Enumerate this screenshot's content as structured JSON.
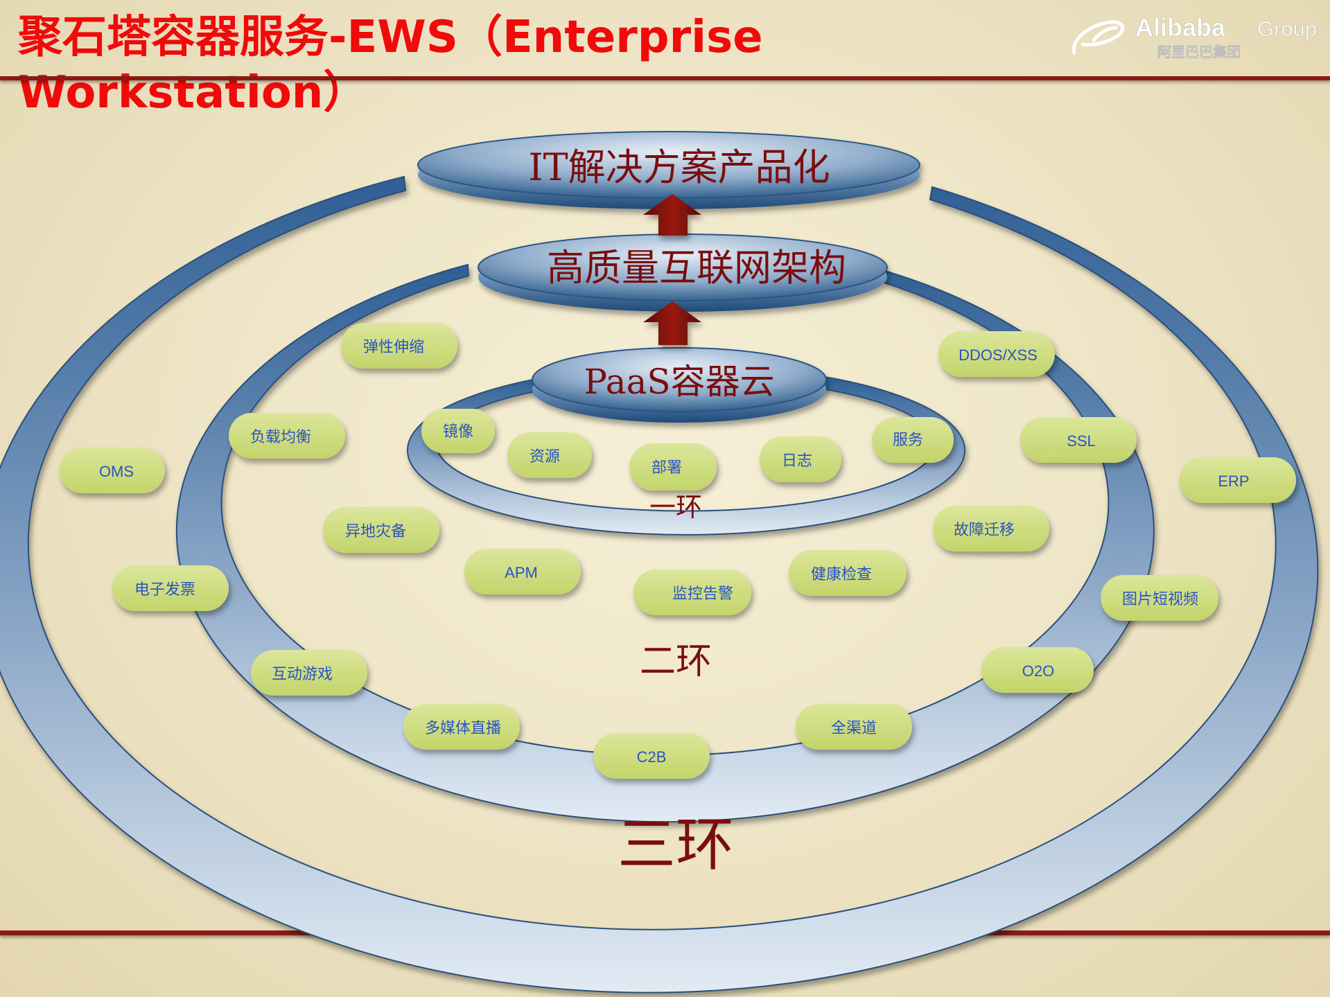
{
  "header": {
    "title": "聚石塔容器服务-EWS（Enterprise Workstation）"
  },
  "logo": {
    "brand": "Alibaba",
    "brand_suffix": "Group",
    "cn": "阿里巴巴集团"
  },
  "colors": {
    "title": "#f00a0a",
    "rule": "#8a1a12",
    "ring": "#3d6a9c",
    "pill_fill": "#cfdd7c",
    "pill_text": "#2b52c4",
    "level_text": "#7a0e0e"
  },
  "levels": {
    "top": "IT解决方案产品化",
    "middle": "高质量互联网架构",
    "base": "PaaS容器云"
  },
  "rings": {
    "ring1": "一环",
    "ring2": "二环",
    "ring3": "三环"
  },
  "ring1_items": [
    "镜像",
    "资源",
    "部署",
    "日志",
    "服务"
  ],
  "ring2_items": [
    "弹性伸缩",
    "负载均衡",
    "异地灾备",
    "APM",
    "监控告警",
    "健康检查",
    "故障迁移",
    "SSL",
    "DDOS/XSS"
  ],
  "ring3_items": [
    "OMS",
    "电子发票",
    "互动游戏",
    "多媒体直播",
    "C2B",
    "全渠道",
    "O2O",
    "图片短视频",
    "ERP"
  ]
}
